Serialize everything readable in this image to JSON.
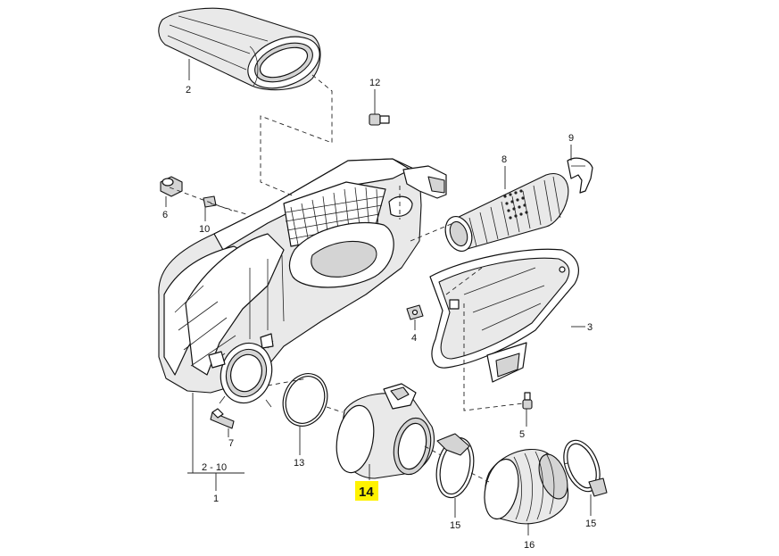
{
  "callouts": {
    "c1": "1",
    "c2": "2",
    "c2_10": "2 - 10",
    "c3": "3",
    "c4": "4",
    "c5": "5",
    "c6": "6",
    "c7": "7",
    "c8": "8",
    "c9": "9",
    "c10": "10",
    "c12": "12",
    "c13": "13",
    "c14": "14",
    "c15a": "15",
    "c15b": "15",
    "c16": "16"
  },
  "colors": {
    "highlight": "#fff200",
    "line": "#111111"
  }
}
